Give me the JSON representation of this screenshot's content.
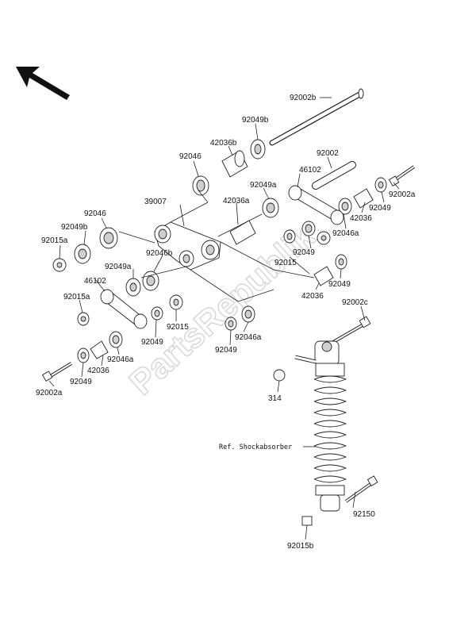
{
  "watermark": "PartsRepublik",
  "reference_label": "Ref. Shockabsorber",
  "labels": [
    {
      "id": "l1",
      "text": "92002b"
    },
    {
      "id": "l2",
      "text": "92049b"
    },
    {
      "id": "l3",
      "text": "42036b"
    },
    {
      "id": "l4",
      "text": "92046"
    },
    {
      "id": "l5",
      "text": "92002"
    },
    {
      "id": "l6",
      "text": "46102"
    },
    {
      "id": "l7",
      "text": "92049a"
    },
    {
      "id": "l8",
      "text": "42036a"
    },
    {
      "id": "l9",
      "text": "39007"
    },
    {
      "id": "l10",
      "text": "92046"
    },
    {
      "id": "l11",
      "text": "92049b"
    },
    {
      "id": "l12",
      "text": "92015a"
    },
    {
      "id": "l13",
      "text": "92046b"
    },
    {
      "id": "l14",
      "text": "92049a"
    },
    {
      "id": "l15",
      "text": "46102"
    },
    {
      "id": "l16",
      "text": "92015a"
    },
    {
      "id": "l17",
      "text": "92015"
    },
    {
      "id": "l18",
      "text": "92049"
    },
    {
      "id": "l19",
      "text": "92046a"
    },
    {
      "id": "l20",
      "text": "92049"
    },
    {
      "id": "l21",
      "text": "42036"
    },
    {
      "id": "l22",
      "text": "92046a"
    },
    {
      "id": "l23",
      "text": "92049"
    },
    {
      "id": "l24",
      "text": "92002a"
    },
    {
      "id": "l25",
      "text": "92002a"
    },
    {
      "id": "l26",
      "text": "42036"
    },
    {
      "id": "l27",
      "text": "92049"
    },
    {
      "id": "l28",
      "text": "92046a"
    },
    {
      "id": "l29",
      "text": "92049"
    },
    {
      "id": "l30",
      "text": "92015"
    },
    {
      "id": "l31",
      "text": "92049"
    },
    {
      "id": "l32",
      "text": "42036"
    },
    {
      "id": "l33",
      "text": "92002c"
    },
    {
      "id": "l34",
      "text": "314"
    },
    {
      "id": "l35",
      "text": "92150"
    },
    {
      "id": "l36",
      "text": "92015b"
    }
  ]
}
